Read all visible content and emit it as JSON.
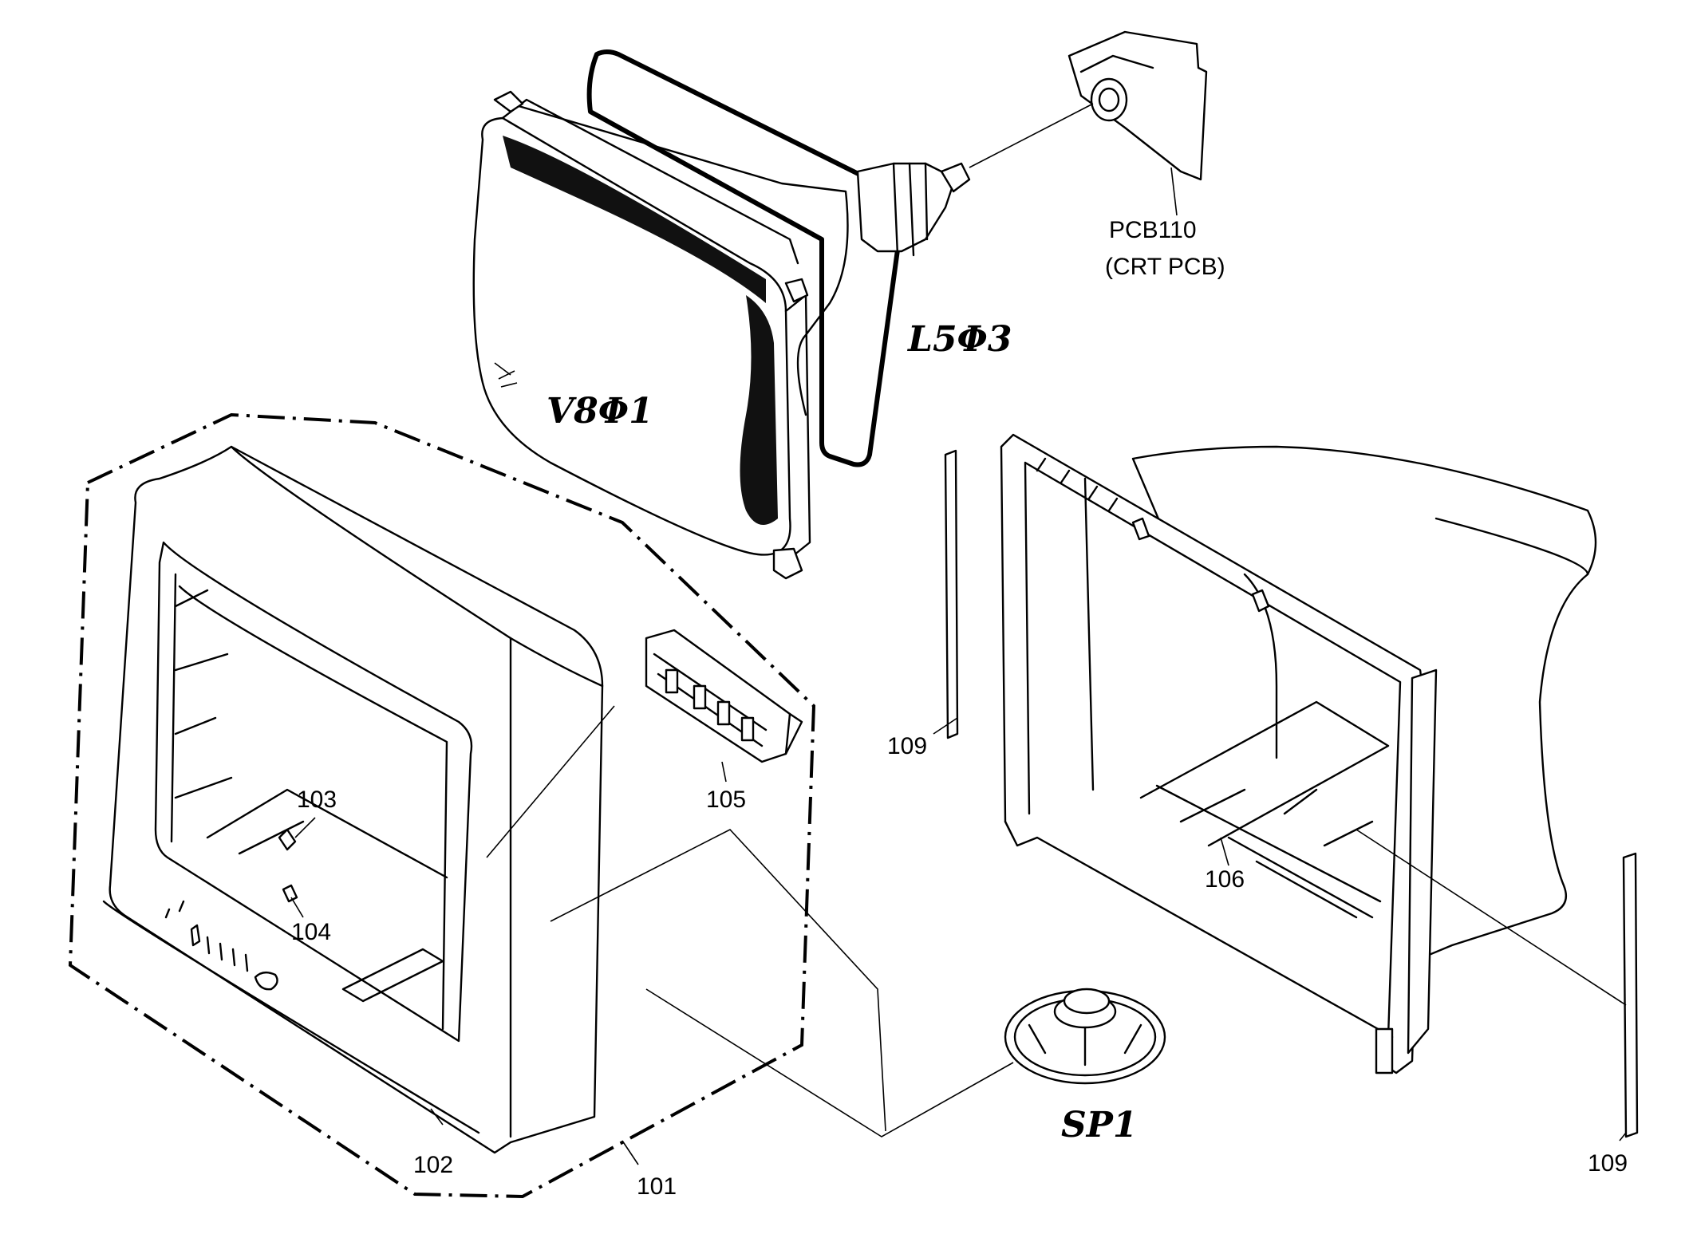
{
  "diagram": {
    "labels": {
      "crt_pcb_code": "PCB110",
      "crt_pcb_desc": "(CRT PCB)",
      "crt_ref": "V8Φ1",
      "yoke_ref": "L5Φ3",
      "speaker_ref": "SP1",
      "cabinet_assembly": "101",
      "front_cabinet": "102",
      "part_103": "103",
      "part_104": "104",
      "part_105": "105",
      "part_106": "106",
      "part_109_left": "109",
      "part_109_right": "109"
    }
  }
}
